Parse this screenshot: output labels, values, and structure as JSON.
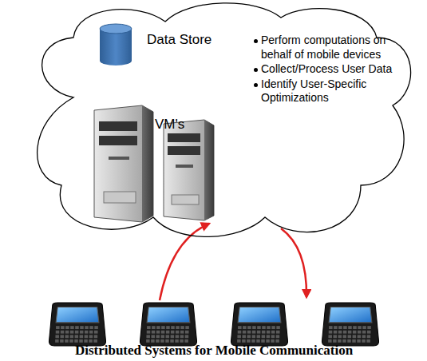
{
  "diagram": {
    "caption": "Distributed Systems for Mobile Communication",
    "nodes": [
      {
        "text": [
          "Data Store",
          "VM's",
          "Perform computations on behalf of mobile devices",
          "Collect/Process User Data",
          "Identify User-Specific Optimizations"
        ]
      }
    ]
  }
}
